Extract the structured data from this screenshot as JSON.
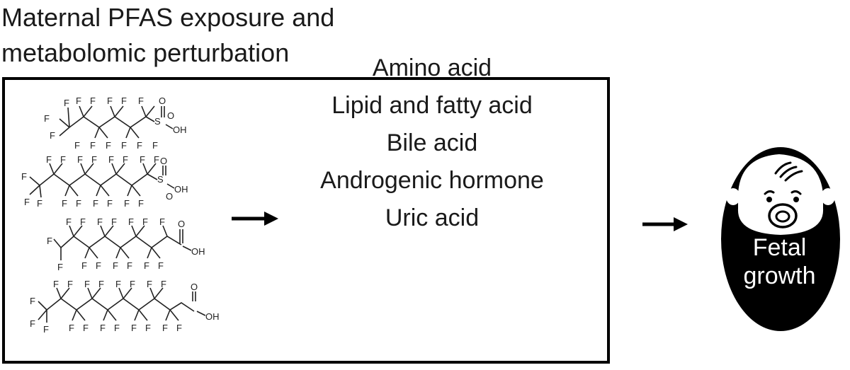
{
  "title": {
    "line1": "Maternal PFAS exposure and",
    "line2": "metabolomic perturbation"
  },
  "chemicals": {
    "pfhxs": {
      "f": "F",
      "oh": "OH",
      "s": "S",
      "o": "O"
    },
    "pfos": {
      "f": "F",
      "oh": "OH",
      "s": "S",
      "o": "O"
    },
    "pfoa": {
      "f": "F",
      "oh": "OH",
      "o": "O"
    },
    "pfna": {
      "f": "F",
      "oh": "OH",
      "o": "O"
    }
  },
  "metabolites": [
    "Amino acid",
    "Lipid and fatty acid",
    "Bile acid",
    "Androgenic hormone",
    "Uric acid"
  ],
  "outcome": {
    "line1": "Fetal",
    "line2": "growth"
  },
  "colors": {
    "frame": "#000000",
    "fetus_fill": "#000000",
    "fetus_face": "#ffffff",
    "text": "#1a1a1a"
  },
  "icons": [
    "right-arrow-icon",
    "right-arrow-icon",
    "fetus-icon"
  ]
}
